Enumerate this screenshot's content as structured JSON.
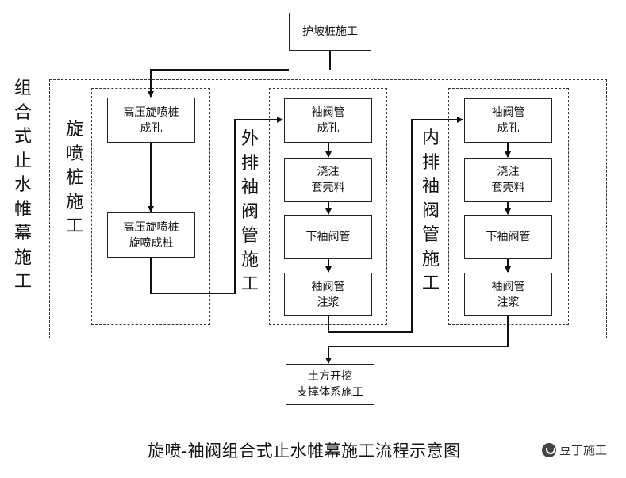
{
  "top_box": [
    "护坡桩施工"
  ],
  "left_label": "组合式止水帷幕施工",
  "stage1": {
    "label": "旋喷桩施工",
    "steps": [
      [
        "高压旋喷桩",
        "成孔"
      ],
      [
        "高压旋喷桩",
        "旋喷成桩"
      ]
    ]
  },
  "stage2": {
    "label": "外排袖阀管施工",
    "steps": [
      [
        "袖阀管",
        "成孔"
      ],
      [
        "浇注",
        "套壳料"
      ],
      [
        "下袖阀管"
      ],
      [
        "袖阀管",
        "注浆"
      ]
    ]
  },
  "stage3": {
    "label": "内排袖阀管施工",
    "steps": [
      [
        "袖阀管",
        "成孔"
      ],
      [
        "浇注",
        "套壳料"
      ],
      [
        "下袖阀管"
      ],
      [
        "袖阀管",
        "注浆"
      ]
    ]
  },
  "bottom_box": [
    "土方开挖",
    "支撑体系施工"
  ],
  "caption": "旋喷-袖阀组合式止水帷幕施工流程示意图",
  "watermark": "豆丁施工"
}
